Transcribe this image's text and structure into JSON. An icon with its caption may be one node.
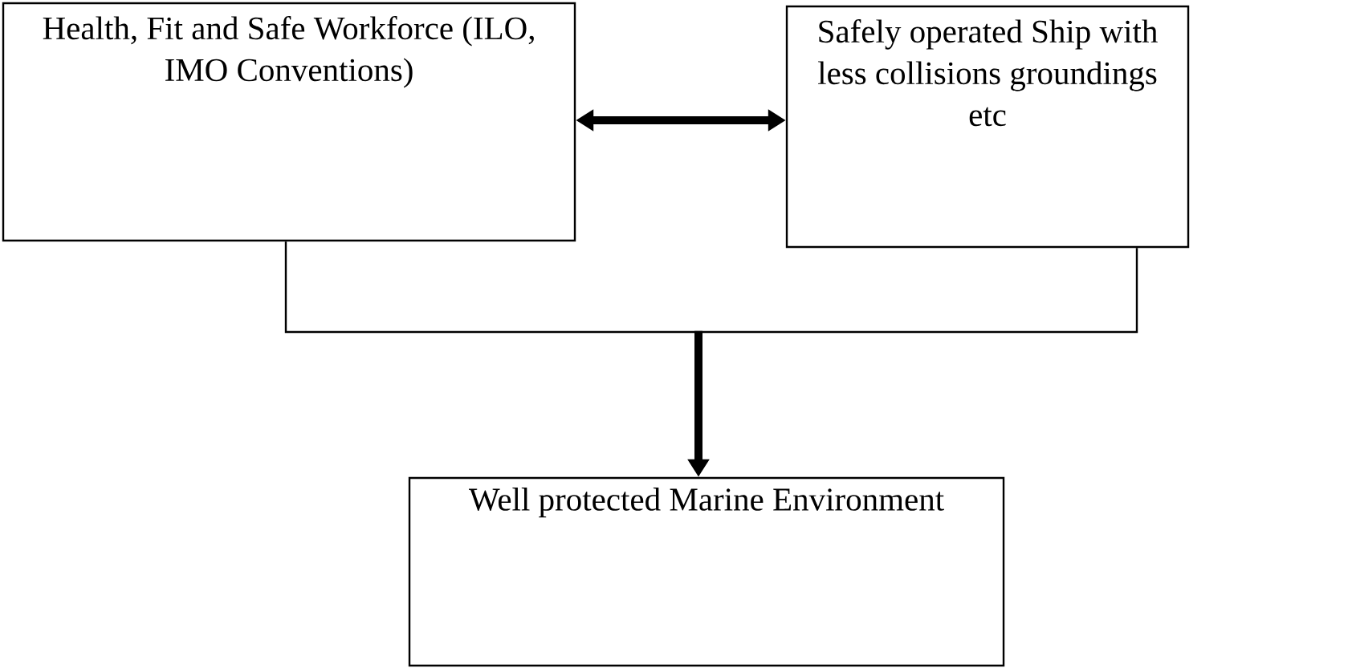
{
  "diagram": {
    "nodes": [
      {
        "text": [
          "Health, Fit and Safe Workforce (ILO, IMO Conventions)"
        ]
      },
      {
        "text": [
          "Safely operated Ship with less collisions groundings etc"
        ]
      },
      {
        "text": [
          "Well protected Marine Environment"
        ]
      }
    ],
    "edges": [
      {
        "from": 0,
        "to": 1,
        "arrow": "both",
        "style": "thick"
      },
      {
        "from": 0,
        "to": 2,
        "arrow": "to"
      },
      {
        "from": 1,
        "to": 2,
        "arrow": "to"
      }
    ]
  }
}
